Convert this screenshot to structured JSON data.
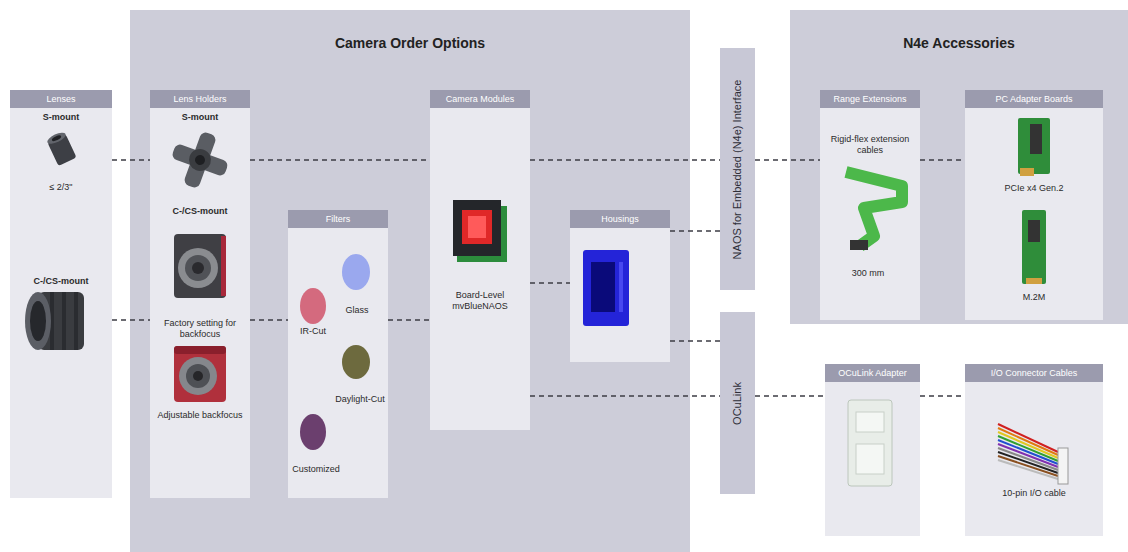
{
  "diagram": {
    "nodes": [
      {
        "text": [
          "Lenses",
          "S-mount",
          "≤ 2/3\"",
          "C-/CS-mount"
        ]
      },
      {
        "text": [
          "Camera Order Options"
        ]
      },
      {
        "text": [
          "Lens Holders",
          "S-mount",
          "C-/CS-mount",
          "Factory setting for backfocus",
          "Adjustable backfocus"
        ],
        "in": 1
      },
      {
        "text": [
          "Filters",
          "Glass",
          "IR-Cut",
          "Daylight-Cut",
          "Customized"
        ],
        "in": 1
      },
      {
        "text": [
          "Camera Modules",
          "Board-Level mvBlueNAOS"
        ],
        "in": 1
      },
      {
        "text": [
          "Housings"
        ],
        "in": 1
      },
      {
        "text": [
          "NAOS for Embedded (N4e) Interface"
        ]
      },
      {
        "text": [
          "OCuLink"
        ]
      },
      {
        "text": [
          "N4e Accessories"
        ]
      },
      {
        "text": [
          "Range Extensions",
          "Rigid-flex extension cables",
          "300 mm"
        ],
        "in": 8
      },
      {
        "text": [
          "PC Adapter Boards",
          "PCIe x4 Gen.2",
          "M.2M"
        ],
        "in": 8
      },
      {
        "text": [
          "OCuLink Adapter"
        ]
      },
      {
        "text": [
          "I/O Connector Cables",
          "10-pin I/O cable"
        ]
      }
    ],
    "edges": [
      {
        "from": 0,
        "to": 2,
        "arrow": "none"
      },
      {
        "from": 0,
        "to": 2,
        "arrow": "none"
      },
      {
        "from": 2,
        "to": 4,
        "arrow": "none"
      },
      {
        "from": 2,
        "to": 3,
        "arrow": "none"
      },
      {
        "from": 3,
        "to": 4,
        "arrow": "none"
      },
      {
        "from": 4,
        "to": 6,
        "arrow": "none"
      },
      {
        "from": 4,
        "to": 5,
        "arrow": "none"
      },
      {
        "from": 5,
        "to": 6,
        "arrow": "none"
      },
      {
        "from": 5,
        "to": 7,
        "arrow": "none"
      },
      {
        "from": 4,
        "to": 7,
        "arrow": "none"
      },
      {
        "from": 6,
        "to": 9,
        "arrow": "none"
      },
      {
        "from": 9,
        "to": 10,
        "arrow": "none"
      },
      {
        "from": 7,
        "to": 11,
        "arrow": "none"
      },
      {
        "from": 11,
        "to": 12,
        "arrow": "none"
      }
    ]
  }
}
